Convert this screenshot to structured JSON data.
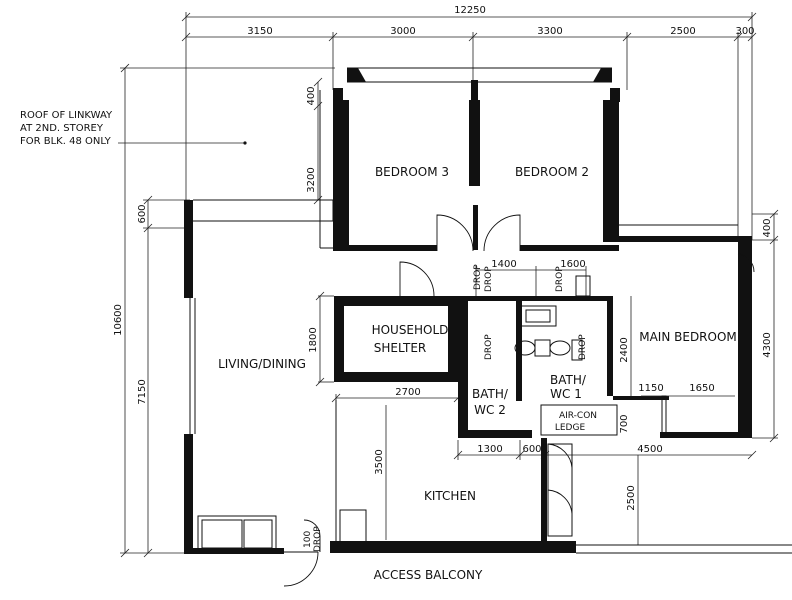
{
  "dimensions": {
    "overall_width": "12250",
    "top_segments": [
      "3150",
      "3000",
      "3300",
      "2500",
      "300"
    ],
    "left_overall": "10600",
    "left_lower": "7150",
    "left_upper": "600",
    "bedroom_depth_400": "400",
    "bedroom_depth_3200": "3200",
    "right_400": "400",
    "right_4300": "4300",
    "bath_1400": "1400",
    "bath_1600": "1600",
    "shelter_1800": "1800",
    "shelter_2700": "2700",
    "bath_2400": "2400",
    "main_1150": "1150",
    "main_1650": "1650",
    "ledge_700": "700",
    "kitchen_3500": "3500",
    "bottom_1300": "1300",
    "bottom_600": "600",
    "bottom_4500": "4500",
    "right_2500": "2500",
    "door_100": "100"
  },
  "rooms": {
    "bedroom3": "BEDROOM 3",
    "bedroom2": "BEDROOM 2",
    "main_bedroom": "MAIN BEDROOM",
    "household_line1": "HOUSEHOLD",
    "household_line2": "SHELTER",
    "living_dining": "LIVING/DINING",
    "bath2_line1": "BATH/",
    "bath2_line2": "WC 2",
    "bath1_line1": "BATH/",
    "bath1_line2": "WC 1",
    "aircon_line1": "AIR-CON",
    "aircon_line2": "LEDGE",
    "kitchen": "KITCHEN",
    "access_balcony": "ACCESS BALCONY"
  },
  "labels": {
    "drop": "DROP"
  },
  "note": {
    "line1": "ROOF OF LINKWAY",
    "line2": "AT 2ND. STOREY",
    "line3": "FOR BLK. 48 ONLY"
  }
}
